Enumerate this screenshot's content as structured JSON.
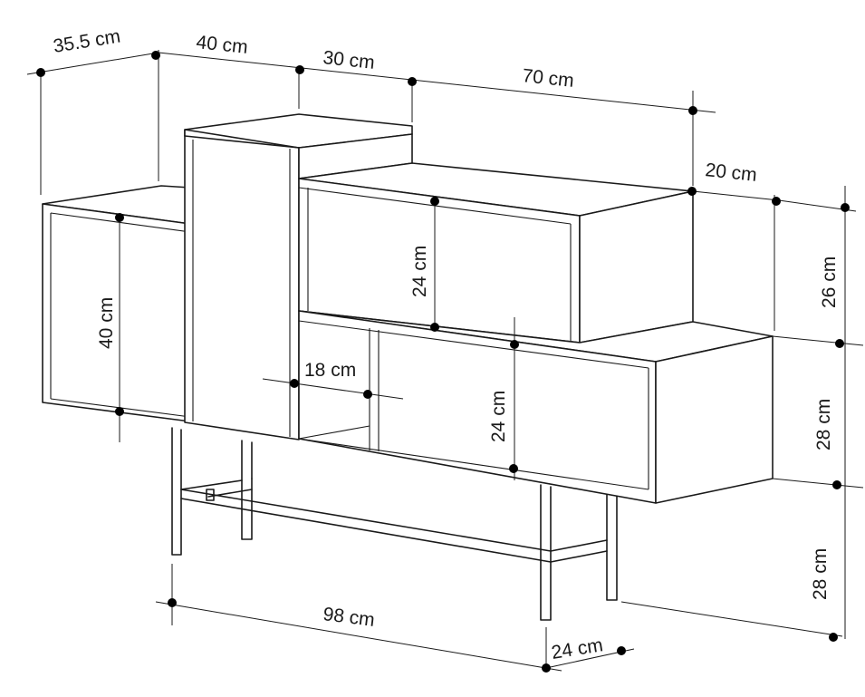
{
  "dimensions": {
    "top_depth": "35.5 cm",
    "top_left_width": "40 cm",
    "top_mid_width": "30 cm",
    "top_right_width": "70 cm",
    "right_depth": "20 cm",
    "right_upper_height": "26 cm",
    "right_middle_height": "28 cm",
    "right_leg_height": "28 cm",
    "left_cabinet_height": "40 cm",
    "upper_drawer_height": "24 cm",
    "shelf_width": "18 cm",
    "lower_door_height": "24 cm",
    "total_width": "98 cm",
    "leg_depth": "24 cm"
  }
}
